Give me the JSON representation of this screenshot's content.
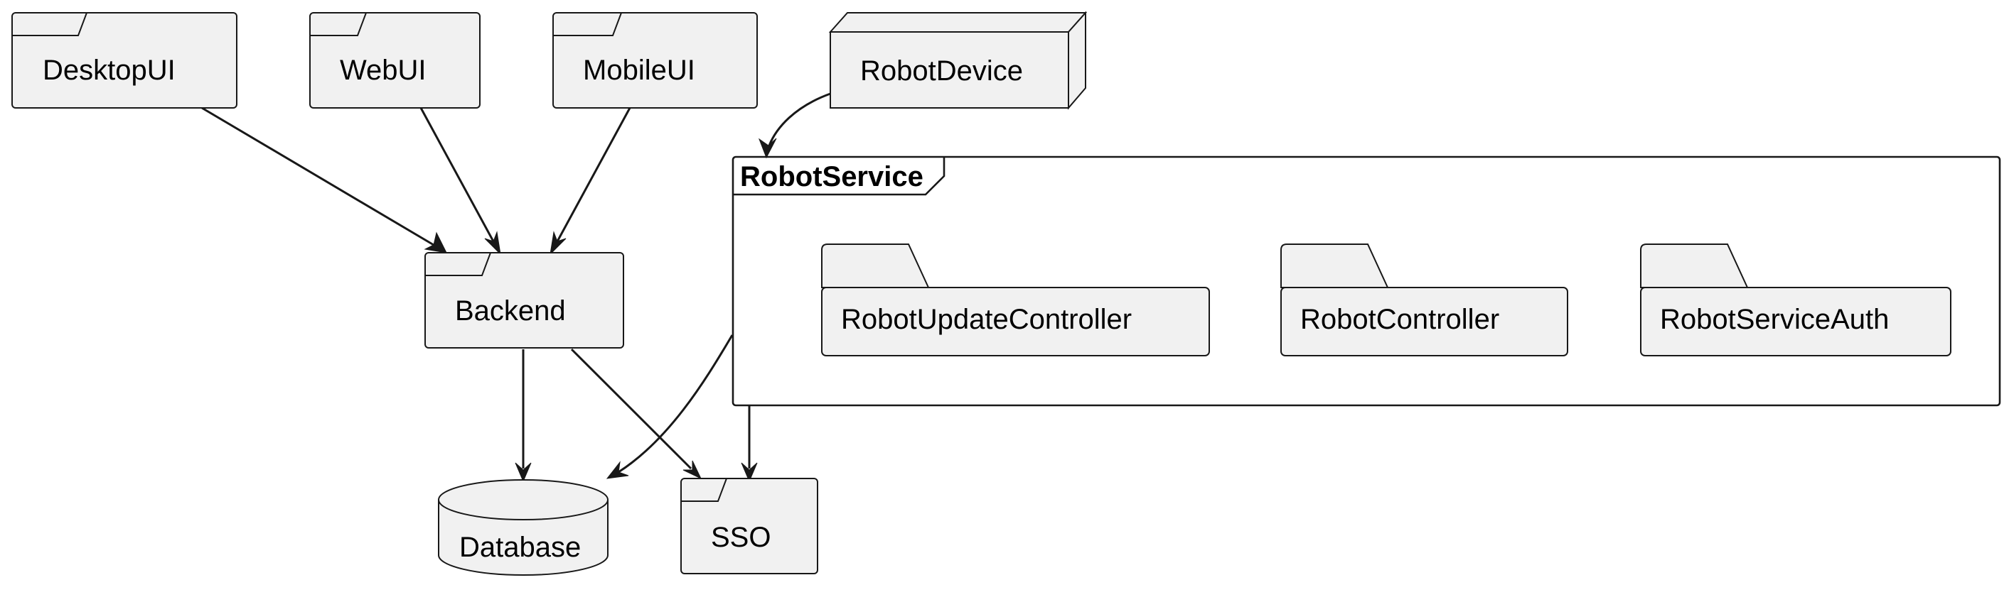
{
  "diagram": {
    "nodes": {
      "desktop_ui": "DesktopUI",
      "web_ui": "WebUI",
      "mobile_ui": "MobileUI",
      "robot_device": "RobotDevice",
      "backend": "Backend",
      "database": "Database",
      "sso": "SSO"
    },
    "frame": {
      "title": "RobotService",
      "packages": {
        "robot_update_controller": "RobotUpdateController",
        "robot_controller": "RobotController",
        "robot_service_auth": "RobotServiceAuth"
      }
    },
    "edges": [
      {
        "from": "DesktopUI",
        "to": "Backend"
      },
      {
        "from": "WebUI",
        "to": "Backend"
      },
      {
        "from": "MobileUI",
        "to": "Backend"
      },
      {
        "from": "RobotDevice",
        "to": "RobotService"
      },
      {
        "from": "Backend",
        "to": "Database"
      },
      {
        "from": "Backend",
        "to": "SSO"
      },
      {
        "from": "RobotService",
        "to": "Database"
      },
      {
        "from": "RobotService",
        "to": "SSO"
      }
    ]
  }
}
